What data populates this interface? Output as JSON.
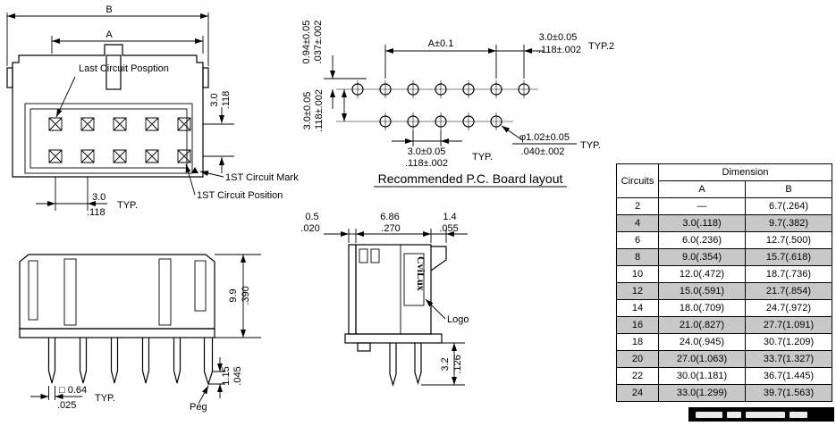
{
  "front_view": {
    "dim_b": "B",
    "dim_a": "A",
    "last_circuit_label": "Last Circuit Posption",
    "row_pitch_mm": "3.0",
    "row_pitch_in": ".118",
    "first_circuit_mark_label": "1ST Circuit Mark",
    "first_circuit_position_label": "1ST Circuit Position",
    "col_pitch_mm": "3.0",
    "col_pitch_in": ".118",
    "col_pitch_typ": "TYP."
  },
  "side_view": {
    "height_mm": "9.9",
    "height_in": ".390",
    "pin_tip_mm": "1.15",
    "pin_tip_in": ".045",
    "pin_sq_mm": "□ 0.64",
    "pin_sq_in": ".025",
    "pin_sq_typ": "TYP.",
    "peg_label": "Peg"
  },
  "pcb_layout": {
    "title": "Recommended P.C. Board layout",
    "offset_mm": "0.94±0.05",
    "offset_in": ".037±.002",
    "dim_a": "A±0.1",
    "end_pitch_mm": "3.0±0.05",
    "end_pitch_in": ".118±.002",
    "end_pitch_typ": "TYP.2",
    "row_pitch_mm": "3.0±0.05",
    "row_pitch_in": ".118±.002",
    "hole_pitch_mm": "3.0±0.05",
    "hole_pitch_in": ".118±.002",
    "hole_pitch_typ": "TYP.",
    "hole_dia_mm": "φ1.02±0.05",
    "hole_dia_in": ".040±.002",
    "hole_dia_typ": "TYP."
  },
  "profile_view": {
    "front_mm": "0.5",
    "front_in": ".020",
    "depth_mm": "6.86",
    "depth_in": ".270",
    "back_mm": "1.4",
    "back_in": ".055",
    "logo_text": "CviLux",
    "logo_label": "Logo",
    "pin_len_mm": "3.2",
    "pin_len_in": ".126"
  },
  "table": {
    "circuits_header": "Circuits",
    "dimension_header": "Dimension",
    "col_a": "A",
    "col_b": "B",
    "rows": [
      {
        "circuits": "2",
        "a": "—",
        "b": "6.7(.264)",
        "shaded": false
      },
      {
        "circuits": "4",
        "a": "3.0(.118)",
        "b": "9.7(.382)",
        "shaded": true
      },
      {
        "circuits": "6",
        "a": "6.0(.236)",
        "b": "12.7(.500)",
        "shaded": false
      },
      {
        "circuits": "8",
        "a": "9.0(.354)",
        "b": "15.7(.618)",
        "shaded": true
      },
      {
        "circuits": "10",
        "a": "12.0(.472)",
        "b": "18.7(.736)",
        "shaded": false
      },
      {
        "circuits": "12",
        "a": "15.0(.591)",
        "b": "21.7(.854)",
        "shaded": true
      },
      {
        "circuits": "14",
        "a": "18.0(.709)",
        "b": "24.7(.972)",
        "shaded": false
      },
      {
        "circuits": "16",
        "a": "21.0(.827)",
        "b": "27.7(1.091)",
        "shaded": true
      },
      {
        "circuits": "18",
        "a": "24.0(.945)",
        "b": "30.7(1.209)",
        "shaded": false
      },
      {
        "circuits": "20",
        "a": "27.0(1.063)",
        "b": "33.7(1.327)",
        "shaded": true
      },
      {
        "circuits": "22",
        "a": "30.0(1.181)",
        "b": "36.7(1.445)",
        "shaded": false
      },
      {
        "circuits": "24",
        "a": "33.0(1.299)",
        "b": "39.7(1.563)",
        "shaded": true
      }
    ]
  },
  "colors": {
    "line": "#000000",
    "shaded_row": "#c8c8c8",
    "background": "#ffffff"
  }
}
